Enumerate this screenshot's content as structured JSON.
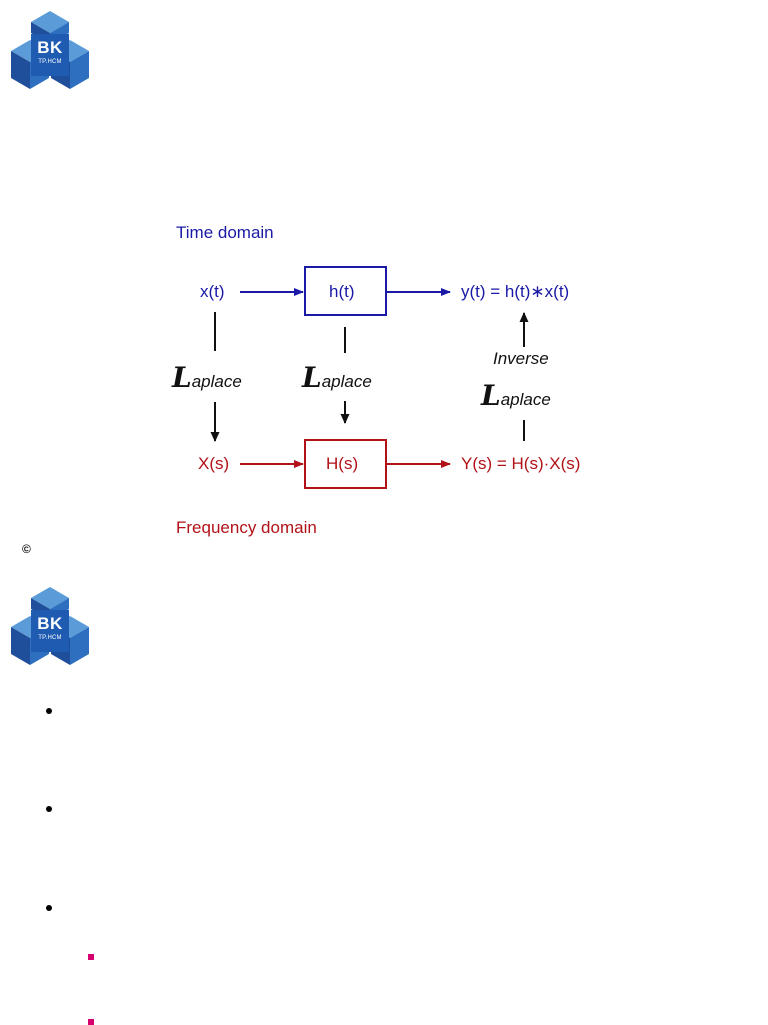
{
  "logo": {
    "main": "BK",
    "sub": "TP.HCM"
  },
  "diagram": {
    "time_domain_label": "Time domain",
    "frequency_domain_label": "Frequency domain",
    "time_row": {
      "input": "x(t)",
      "system": "h(t)",
      "output": "y(t) = h(t)∗x(t)"
    },
    "freq_row": {
      "input": "X(s)",
      "system": "H(s)",
      "output": "Y(s) = H(s)·X(s)"
    },
    "laplace_left": {
      "script": "L",
      "rest": "aplace"
    },
    "laplace_middle": {
      "script": "L",
      "rest": "aplace"
    },
    "inverse_label": "Inverse",
    "laplace_right": {
      "script": "L",
      "rest": "aplace"
    },
    "colors": {
      "time": "#1a1aa6",
      "frequency": "#b11218",
      "neutral": "#111111"
    }
  },
  "copyright": "©",
  "bullets": [
    "",
    "",
    ""
  ],
  "sub_bullets": [
    "",
    ""
  ]
}
